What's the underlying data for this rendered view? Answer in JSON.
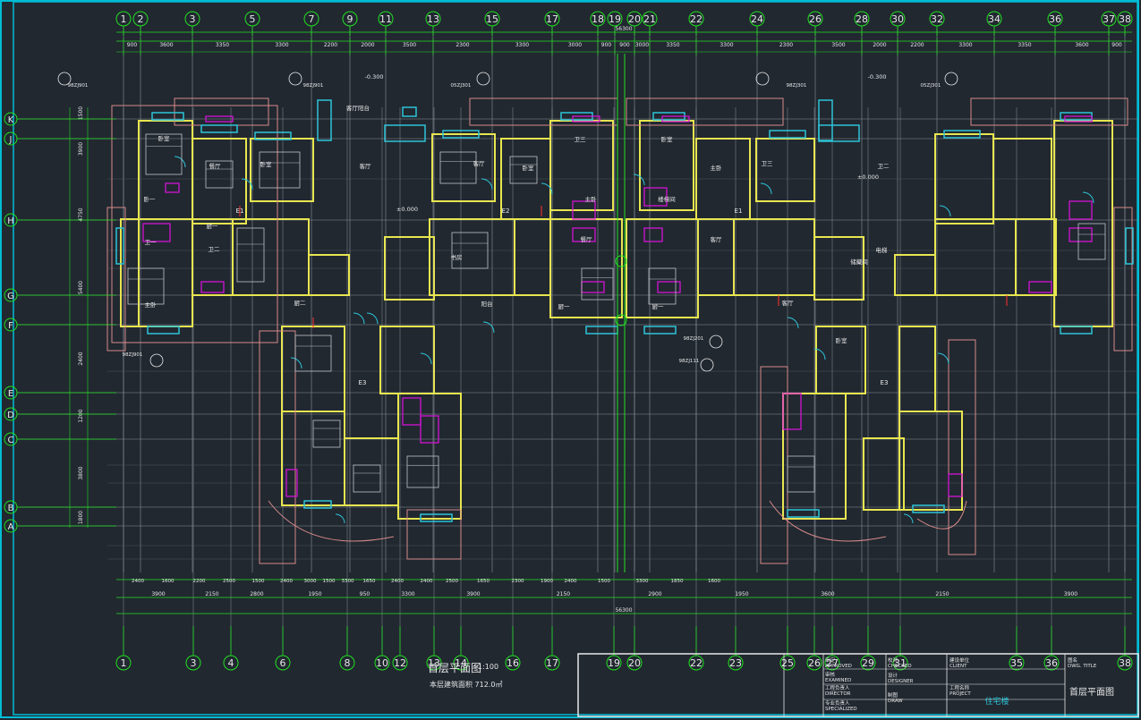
{
  "drawing": {
    "title": "首层平面图",
    "scale": "1:100",
    "area_note": "本层建筑面积  712.0㎡",
    "overall_dim": "56300"
  },
  "colors": {
    "background": "#212830",
    "frame": "#00bcd4",
    "grid_line": "#8a9098",
    "axis": "#22e022",
    "wall": "#e8e650",
    "window": "#2ec4d8",
    "door": "#e010e0",
    "pink": "#d88a8a",
    "text": "#e8e8e8",
    "red_mark": "#ff3030"
  },
  "top_axes": [
    "1",
    "2",
    "3",
    "5",
    "7",
    "9",
    "11",
    "13",
    "15",
    "17",
    "18",
    "19",
    "20",
    "21",
    "22",
    "24",
    "26",
    "28",
    "30",
    "32",
    "34",
    "36",
    "37",
    "38"
  ],
  "bottom_axes": [
    "1",
    "3",
    "4",
    "6",
    "8",
    "10",
    "12",
    "13",
    "14",
    "16",
    "17",
    "19",
    "20",
    "22",
    "23",
    "25",
    "26",
    "27",
    "29",
    "31",
    "35",
    "36",
    "38"
  ],
  "left_axes": [
    "K",
    "J",
    "H",
    "G",
    "F",
    "E",
    "D",
    "C",
    "B",
    "A"
  ],
  "top_dims_row1": [
    "900",
    "3600",
    "3350",
    "3300",
    "2200",
    "2000",
    "3500",
    "2300",
    "3300",
    "3000",
    "900",
    "900",
    "3000",
    "3350",
    "3300",
    "2300",
    "3500",
    "2000",
    "2200",
    "3300",
    "3350",
    "3600",
    "900"
  ],
  "top_dims_row0": "56300",
  "bottom_dims_row1": [
    "2400",
    "1600",
    "2200",
    "2500",
    "1500",
    "2400",
    "3000",
    "1500",
    "3300",
    "1650",
    "2400",
    "2400",
    "2500",
    "1650",
    "2300",
    "1900",
    "2400",
    "1500",
    "3300",
    "1850",
    "1600"
  ],
  "bottom_dims_row2": [
    "3900",
    "2150",
    "2800",
    "1950",
    "950",
    "3300",
    "3900",
    "2150",
    "2900",
    "1950",
    "3600",
    "2150",
    "3900"
  ],
  "left_dims": [
    "1500",
    "3900",
    "4750",
    "5400",
    "2400",
    "1200",
    "3800",
    "1800"
  ],
  "rooms": [
    "卧室",
    "餐厅",
    "卧室",
    "客厅",
    "主卧",
    "卧一",
    "卫一",
    "卫二",
    "厨一",
    "厨二",
    "客厅阳台",
    "阳台",
    "书房",
    "客厅",
    "卧室",
    "卫三",
    "厨一",
    "主卧",
    "餐厅",
    "客厅",
    "卧室",
    "主卧",
    "卫三",
    "卫二",
    "厨一",
    "楼梯间",
    "电梯",
    "储藏间",
    "客厅",
    "卧室"
  ],
  "units": [
    "E1",
    "E2",
    "E1",
    "E3",
    "E3"
  ],
  "levels": [
    "±0.000",
    "-0.300",
    "±0.000",
    "-0.300"
  ],
  "callouts": [
    "98ZJ901",
    "98ZJ901",
    "05ZJ301",
    "98ZJ301",
    "05ZJ301",
    "98ZJ901",
    "98ZJ201",
    "98ZJ111"
  ],
  "title_block": {
    "approved_cn": "审定",
    "approved_en": "APPROVED",
    "examined_cn": "审核",
    "examined_en": "EXAMINED",
    "director_cn": "工程负责人",
    "director_en": "DIRECTOR",
    "specialized_cn": "专业负责人",
    "specialized_en": "SPECIALIZED",
    "checked_cn": "校对",
    "checked_en": "CHECKED",
    "design_cn": "设计",
    "design_en": "DESIGNER",
    "draw_cn": "制图",
    "draw_en": "DRAW",
    "client_cn": "建设单位",
    "client_en": "CLIENT",
    "project_cn": "工程名称",
    "project_en": "PROJECT",
    "project_value": "住宅楼",
    "dwg_cn": "图名",
    "dwg_en": "DWG. TITLE",
    "dwg_value": "首层平面图"
  }
}
